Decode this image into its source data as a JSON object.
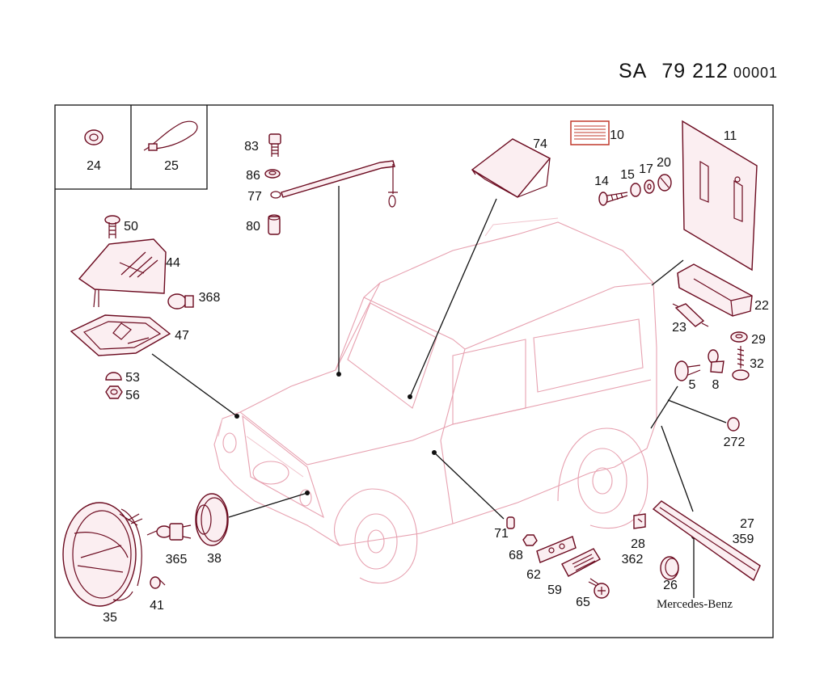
{
  "header": {
    "sa_label": "SA",
    "code": "79 212",
    "suffix": "00001"
  },
  "brand_text": "Mercedes-Benz",
  "colors": {
    "outline": "#e7a1b0",
    "part_stroke": "#6b0a1f",
    "text": "#111111"
  },
  "inset_labels": [
    "24",
    "25"
  ],
  "part_labels": [
    "83",
    "86",
    "77",
    "80",
    "74",
    "10",
    "11",
    "14",
    "15",
    "17",
    "20",
    "50",
    "44",
    "368",
    "47",
    "53",
    "56",
    "22",
    "23",
    "29",
    "5",
    "8",
    "32",
    "272",
    "71",
    "68",
    "62",
    "59",
    "65",
    "28",
    "362",
    "27",
    "359",
    "26",
    "365",
    "38",
    "35",
    "41"
  ]
}
